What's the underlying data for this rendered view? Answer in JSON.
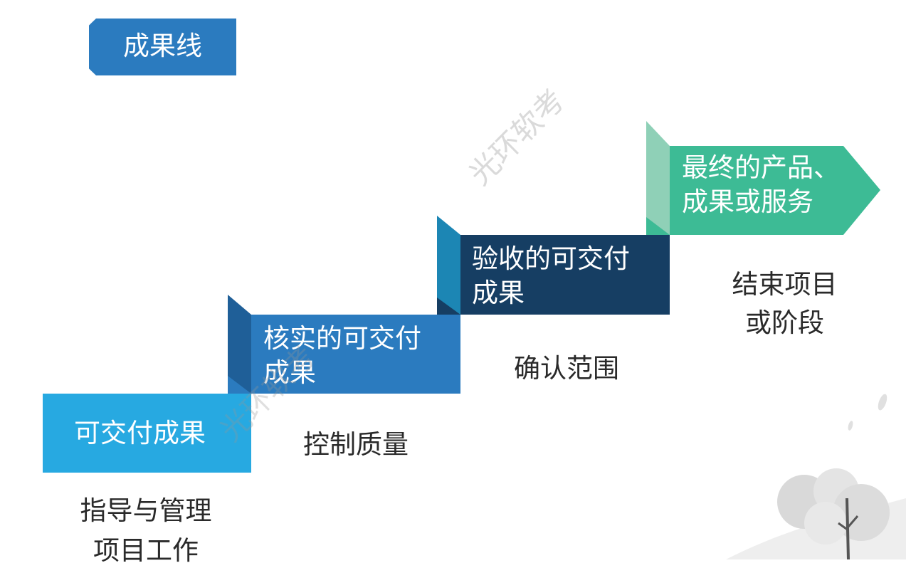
{
  "title": "成果线",
  "steps": [
    {
      "box": "可交付成果",
      "caption": [
        "指导与管理",
        "项目工作"
      ]
    },
    {
      "box": [
        "核实的可交付",
        "成果"
      ],
      "caption": "控制质量"
    },
    {
      "box": [
        "验收的可交付",
        "成果"
      ],
      "caption": "确认范围"
    },
    {
      "box": [
        "最终的产品、",
        "成果或服务"
      ],
      "caption": [
        "结束项目",
        "或阶段"
      ]
    }
  ],
  "watermark": "光环软考",
  "colors": {
    "title": "#2b7bbf",
    "step1": "#27a9e1",
    "step2": "#2b7bbf",
    "step2_fold": "#1f5f98",
    "step3": "#163e63",
    "step3_fold": "#1c86b4",
    "step4": "#3dbb95",
    "step4_fold": "#8fd0b7"
  }
}
